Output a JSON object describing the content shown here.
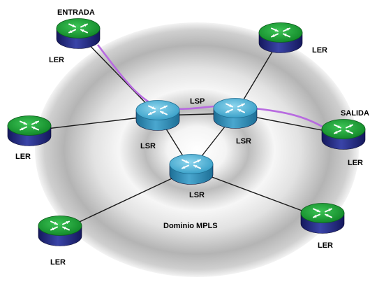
{
  "labels": {
    "entrada": "ENTRADA",
    "salida": "SALIDA",
    "lsp": "LSP",
    "domain": "Dominio MPLS",
    "ler": "LER",
    "lsr": "LSR"
  },
  "colors": {
    "ler_top": "#21a23a",
    "ler_body": "#2a2f86",
    "lsr_top": "#5ab8d8",
    "lsr_body": "#2f89b3",
    "lsp_path": "#b86be0",
    "link": "#1a1a1a"
  },
  "nodes": [
    {
      "id": "ler-entrada",
      "kind": "ler",
      "role": "entrada"
    },
    {
      "id": "ler-top-right",
      "kind": "ler"
    },
    {
      "id": "ler-left",
      "kind": "ler"
    },
    {
      "id": "ler-salida",
      "kind": "ler",
      "role": "salida"
    },
    {
      "id": "ler-bottom-left",
      "kind": "ler"
    },
    {
      "id": "ler-bottom-right",
      "kind": "ler"
    },
    {
      "id": "lsr-left",
      "kind": "lsr"
    },
    {
      "id": "lsr-right",
      "kind": "lsr"
    },
    {
      "id": "lsr-bottom",
      "kind": "lsr"
    }
  ],
  "links": [
    [
      "ler-entrada",
      "lsr-left"
    ],
    [
      "ler-left",
      "lsr-left"
    ],
    [
      "lsr-left",
      "lsr-right"
    ],
    [
      "lsr-left",
      "lsr-bottom"
    ],
    [
      "lsr-right",
      "lsr-bottom"
    ],
    [
      "lsr-right",
      "ler-top-right"
    ],
    [
      "lsr-right",
      "ler-salida"
    ],
    [
      "lsr-bottom",
      "ler-bottom-left"
    ],
    [
      "lsr-bottom",
      "ler-bottom-right"
    ]
  ],
  "lsp_path": [
    "ler-entrada",
    "lsr-left",
    "lsr-right",
    "ler-salida"
  ]
}
